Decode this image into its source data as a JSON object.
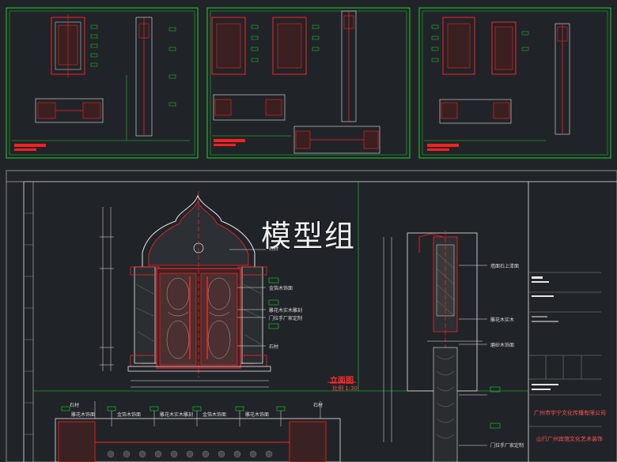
{
  "watermark": "模型组",
  "elevation_label": "立面图",
  "scale_label": "比例 1:30",
  "title_block": {
    "company": "广州市宇宁文化传播有限公司",
    "project": "山行广州宾馆文化艺术装饰"
  },
  "callouts": {
    "stone": "石材",
    "gold_leaf": "金箔木饰面",
    "carved_panel": "雕花木实木雕刻",
    "door_hardware": "门拉手厂家定制",
    "stone_2": "石材",
    "plate_wall": "墙面石上漆面",
    "plate_wall_2": "雕花木实木",
    "glass": "磨砂木饰面",
    "door_hardware_2": "门拉手厂家定制",
    "bottom_1": "石材",
    "bottom_2": "雕花木饰面",
    "bottom_3": "金箔木饰面",
    "bottom_4": "雕花木实木雕刻",
    "bottom_5": "金箔木饰面",
    "bottom_6": "雕花木饰面",
    "bottom_7": "石材"
  },
  "colors": {
    "background": "#202428",
    "green_line": "#1fd12b",
    "red_line": "#ff2020",
    "white_line": "#e6e6e6",
    "grey_line": "#8a8a8a"
  }
}
